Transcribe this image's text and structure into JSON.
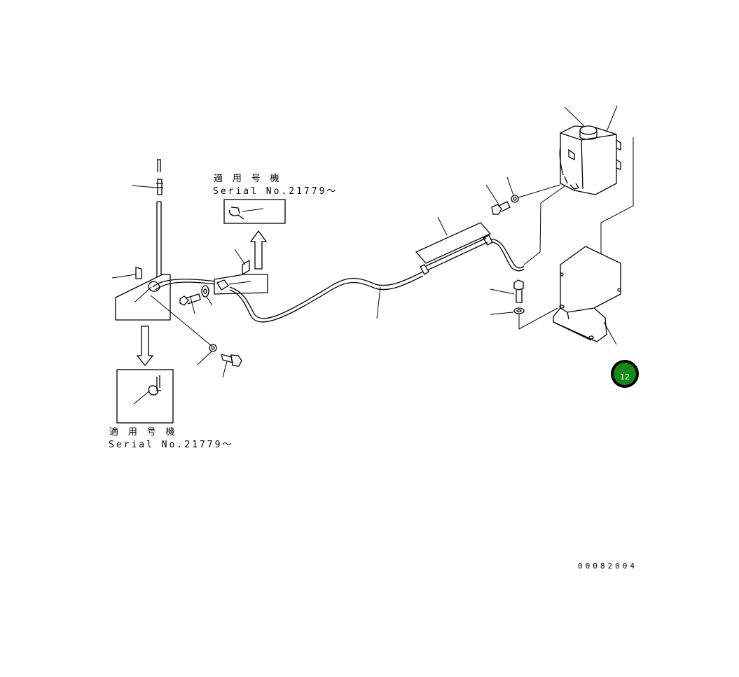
{
  "serial_notes": [
    {
      "heading": "適 用 号 機",
      "serial": "Serial No.21779～"
    },
    {
      "heading": "適 用 号 機",
      "serial": "Serial No.21779～"
    }
  ],
  "badge": {
    "number": "12",
    "color": "#138a13"
  },
  "document_number": "00082004"
}
